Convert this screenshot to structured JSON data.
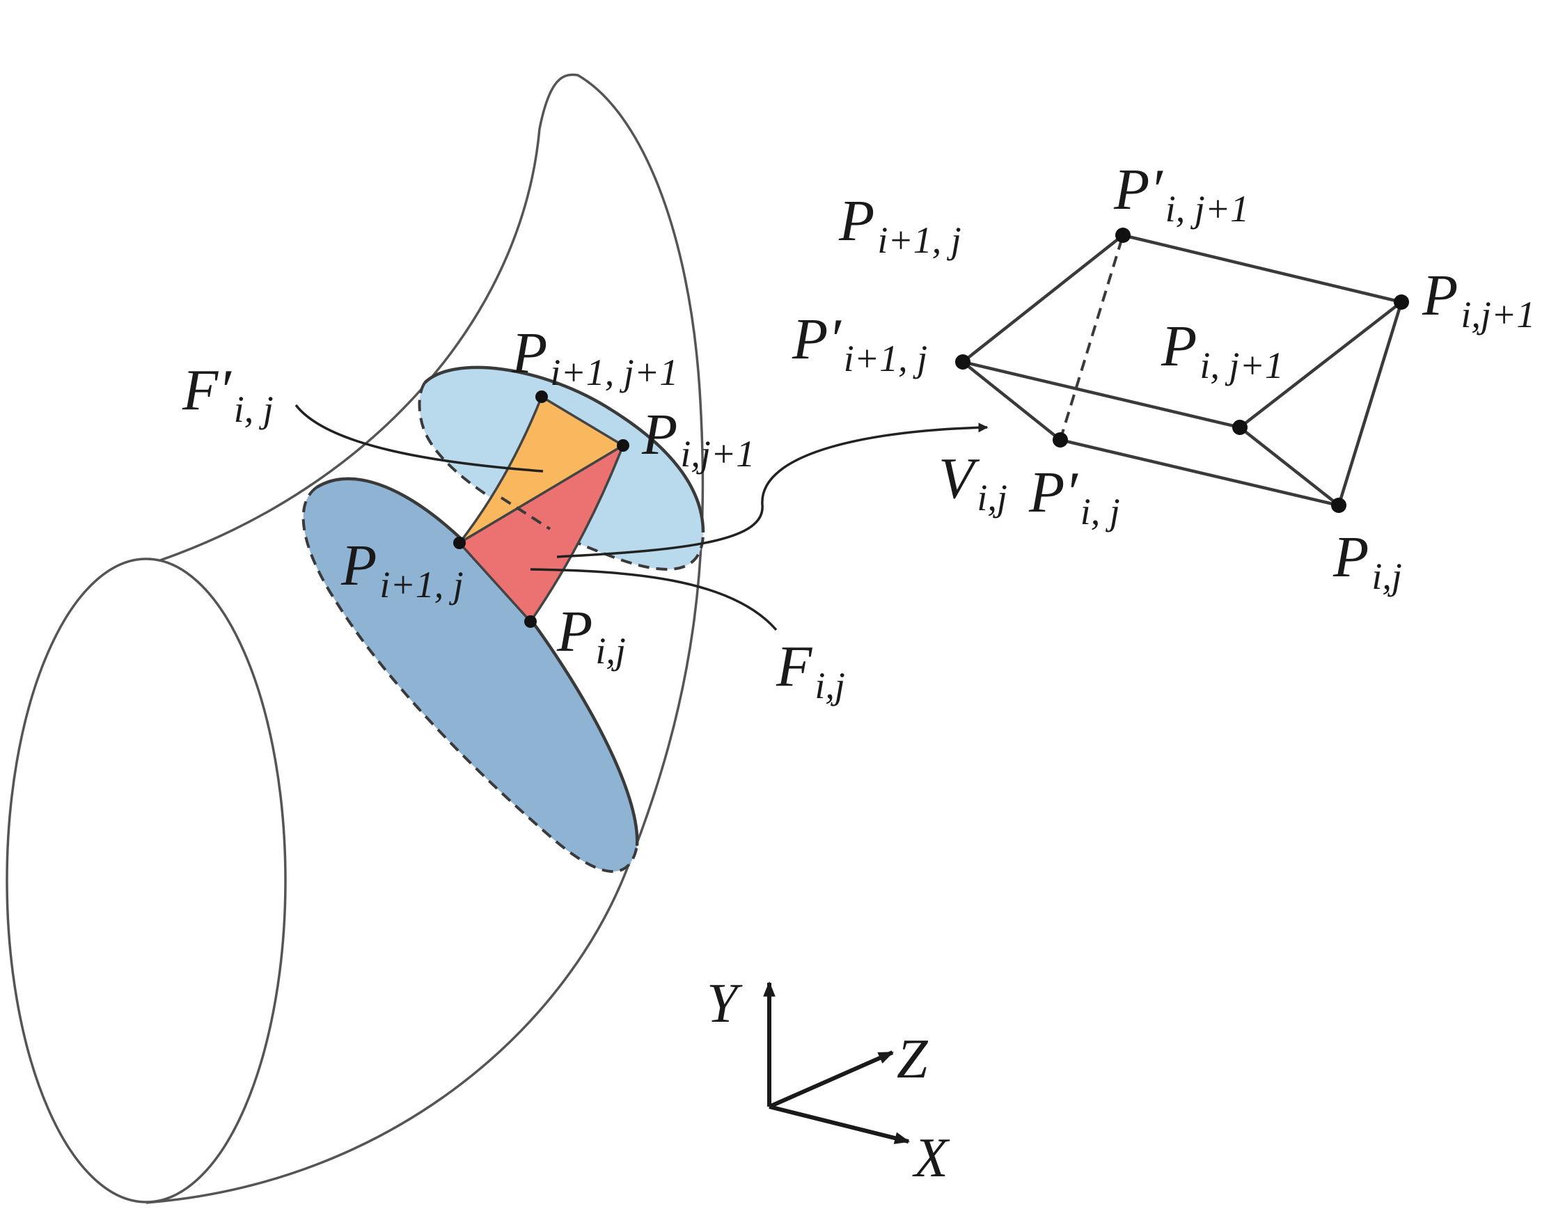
{
  "colors": {
    "light_ellipse": "#b8daec",
    "dark_ellipse": "#8fb3d3",
    "orange_face": "#f9b85e",
    "red_face": "#ec7272",
    "stroke": "#555555"
  },
  "labels": {
    "surface": {
      "p_ip1_jp1": {
        "main": "P",
        "prime": "",
        "sub": "i+1, j+1"
      },
      "p_i_jp1": {
        "main": "P",
        "prime": "",
        "sub": "i,j+1"
      },
      "p_ip1_j": {
        "main": "P",
        "prime": "",
        "sub": "i+1, j"
      },
      "p_i_j": {
        "main": "P",
        "prime": "",
        "sub": "i,j"
      },
      "f_prime": {
        "main": "F",
        "prime": "′",
        "sub": "i, j"
      },
      "f": {
        "main": "F",
        "prime": "",
        "sub": "i,j"
      }
    },
    "element": {
      "p_ip1_j_top": {
        "main": "P",
        "prime": "",
        "sub": "i+1, j"
      },
      "pp_i_jp1": {
        "main": "P",
        "prime": "′",
        "sub": "i, j+1"
      },
      "pp_ip1_j": {
        "main": "P",
        "prime": "′",
        "sub": "i+1, j"
      },
      "p_i_jp1_mid": {
        "main": "P",
        "prime": "",
        "sub": "i, j+1"
      },
      "p_i_jp1_right": {
        "main": "P",
        "prime": "",
        "sub": "i,j+1"
      },
      "v": {
        "main": "V",
        "prime": "",
        "sub": "i,j"
      },
      "pp_i_j": {
        "main": "P",
        "prime": "′",
        "sub": "i, j"
      },
      "p_i_j": {
        "main": "P",
        "prime": "",
        "sub": "i,j"
      }
    },
    "axes": {
      "y": "Y",
      "z": "Z",
      "x": "X"
    }
  }
}
